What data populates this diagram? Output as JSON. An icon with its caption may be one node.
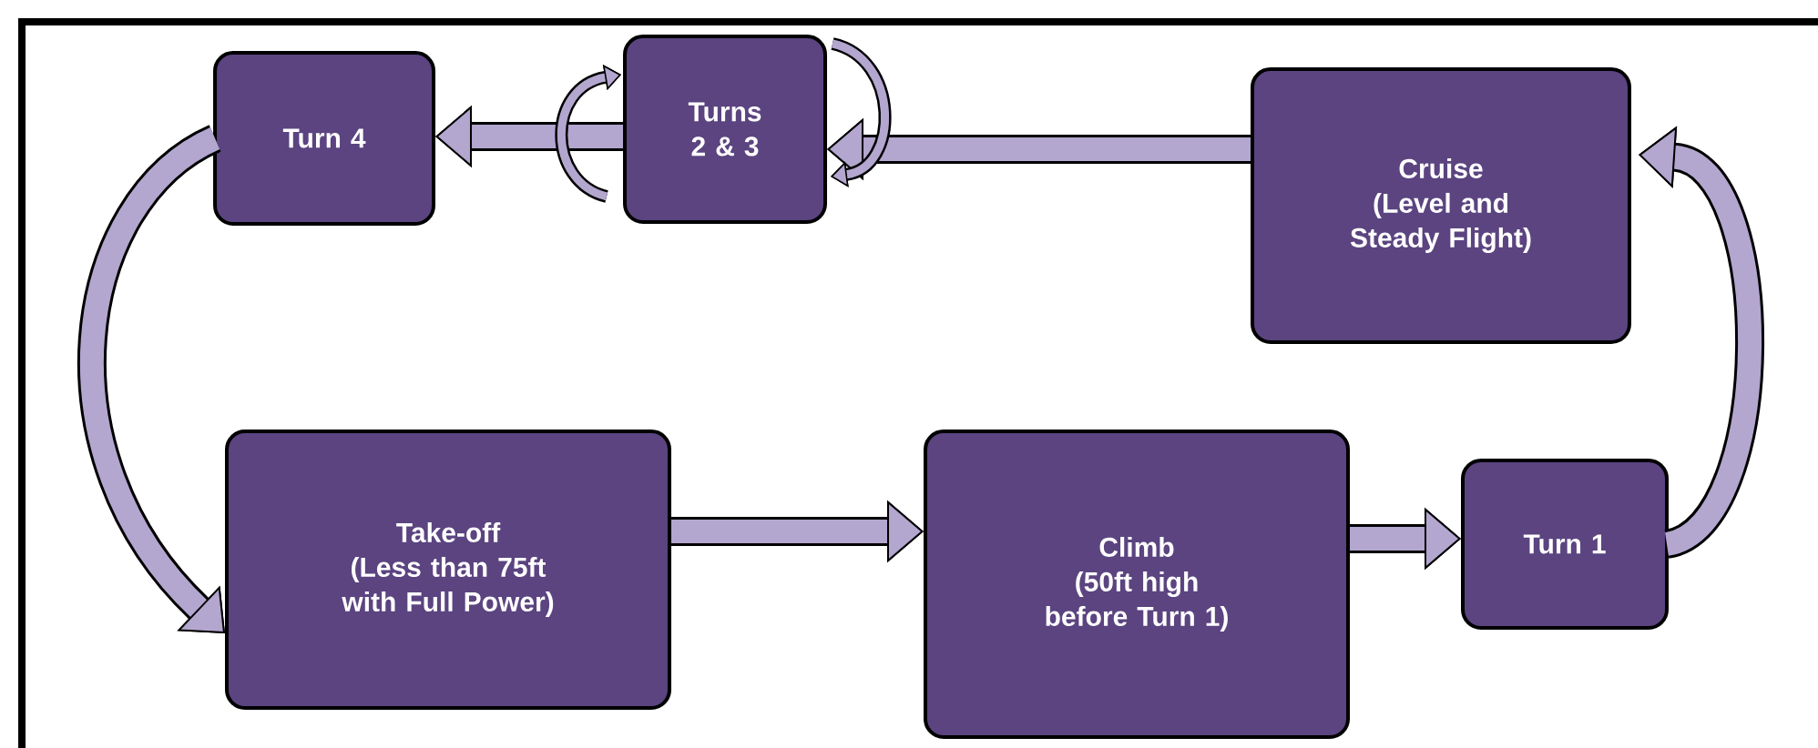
{
  "diagram": {
    "nodes": [
      {
        "text": [
          "Turn 4"
        ]
      },
      {
        "text": [
          "Turns 2 & 3"
        ]
      },
      {
        "text": [
          "Cruise",
          "(Level and Steady Flight)"
        ]
      },
      {
        "text": [
          "Take-off",
          "(Less than 75ft with Full Power)"
        ]
      },
      {
        "text": [
          "Climb",
          "(50ft high before Turn 1)"
        ]
      },
      {
        "text": [
          "Turn 1"
        ]
      }
    ],
    "edges": [
      {
        "from": 3,
        "to": 4,
        "arrow": "to"
      },
      {
        "from": 4,
        "to": 5,
        "arrow": "to"
      },
      {
        "from": 5,
        "to": 2,
        "arrow": "to"
      },
      {
        "from": 2,
        "to": 1,
        "arrow": "to"
      },
      {
        "from": 1,
        "to": 0,
        "arrow": "to"
      },
      {
        "from": 0,
        "to": 3,
        "arrow": "to"
      },
      {
        "from": null,
        "to": 1,
        "arrow": "to"
      },
      {
        "from": null,
        "to": 1,
        "arrow": "to"
      }
    ]
  }
}
